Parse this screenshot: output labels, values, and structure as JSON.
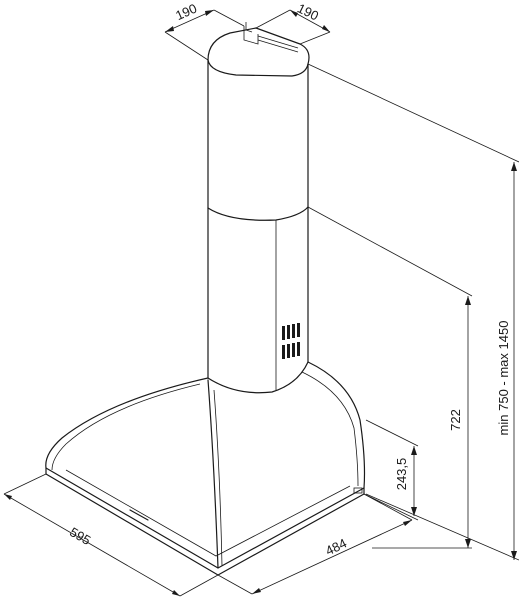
{
  "dimensions": {
    "chimney_depth": "190",
    "chimney_width": "190",
    "hood_width": "595",
    "hood_depth": "484",
    "canopy_height": "243,5",
    "hood_height": "722",
    "total_height": "min 750 - max 1450"
  }
}
